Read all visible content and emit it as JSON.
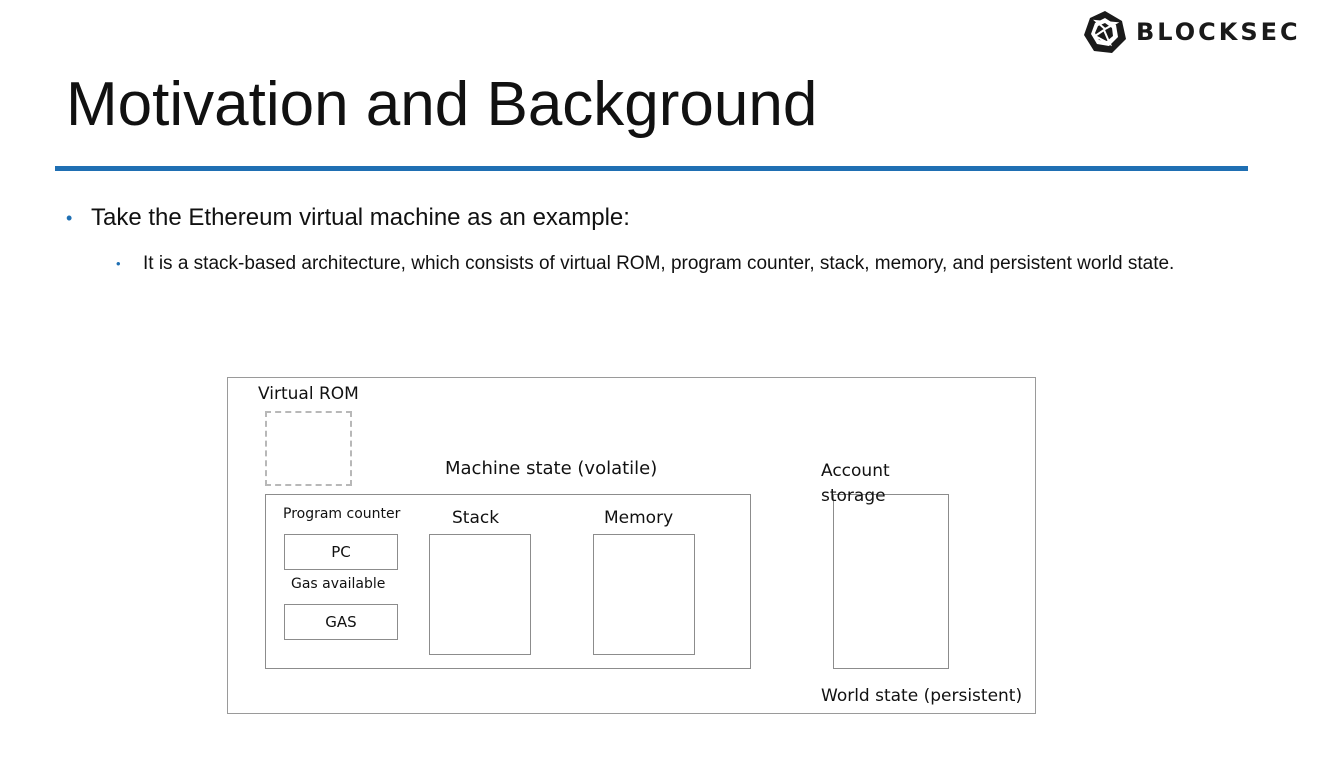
{
  "logo": {
    "text": "BLOCKSEC",
    "icon": "blocksec-logo-icon"
  },
  "slide": {
    "title": "Motivation and Background",
    "accent_color": "#1f6fb3",
    "bullets": [
      {
        "text": "Take the Ethereum virtual machine as an example:"
      },
      {
        "text": "It is a stack-based architecture, which consists of virtual ROM, program counter, stack, memory, and persistent world state."
      }
    ]
  },
  "diagram": {
    "virtual_rom": "Virtual ROM",
    "machine_state": "Machine state (volatile)",
    "program_counter": "Program counter",
    "pc": "PC",
    "gas_available": "Gas available",
    "gas": "GAS",
    "stack": "Stack",
    "memory": "Memory",
    "account_storage": "Account storage",
    "world_state": "World state (persistent)"
  }
}
